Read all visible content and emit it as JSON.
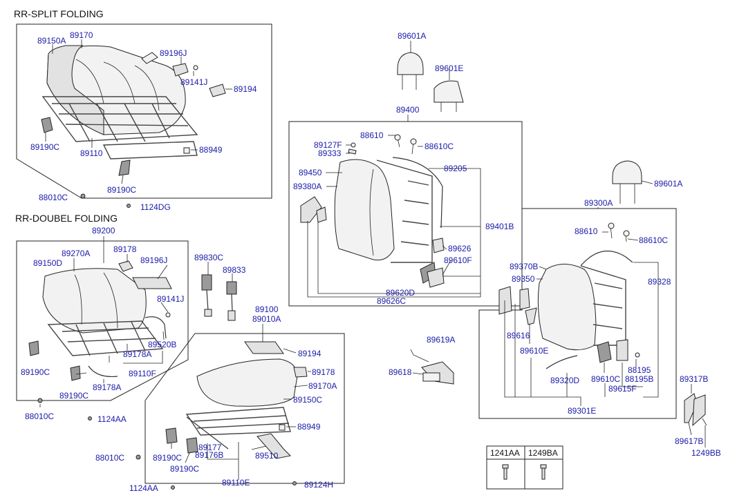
{
  "sections": {
    "split_title": "RR-SPLIT FOLDING",
    "double_title": "RR-DOUBEL FOLDING"
  },
  "parts": {
    "p89150A": "89150A",
    "p89170": "89170",
    "p89196J_a": "89196J",
    "p89141J_a": "89141J",
    "p89194_a": "89194",
    "p89190C_a": "89190C",
    "p89110": "89110",
    "p88949_a": "88949",
    "p89190C_b": "89190C",
    "p88010C_a": "88010C",
    "p1124DG": "1124DG",
    "p89200": "89200",
    "p89270A": "89270A",
    "p89178_a": "89178",
    "p89150D": "89150D",
    "p89196J_b": "89196J",
    "p89141J_b": "89141J",
    "p89520B": "89520B",
    "p89178A_a": "89178A",
    "p89190C_c": "89190C",
    "p89110F": "89110F",
    "p89190C_d": "89190C",
    "p89178A_b": "89178A",
    "p88010C_b": "88010C",
    "p1124AA_a": "1124AA",
    "p89830C": "89830C",
    "p89833": "89833",
    "p89100": "89100",
    "p89010A": "89010A",
    "p89194_b": "89194",
    "p89178_b": "89178",
    "p89170A": "89170A",
    "p89150C": "89150C",
    "p88949_b": "88949",
    "p89510": "89510",
    "p89177": "89177",
    "p89176B": "89176B",
    "p89190C_e": "89190C",
    "p89190C_f": "89190C",
    "p88010C_c": "88010C",
    "p89110E": "89110E",
    "p1124AA_b": "1124AA",
    "p89124H": "89124H",
    "p89601A_a": "89601A",
    "p89601E": "89601E",
    "p89400": "89400",
    "p88610_a": "88610",
    "p88610C_a": "88610C",
    "p89127F": "89127F",
    "p89333": "89333",
    "p89205": "89205",
    "p89450": "89450",
    "p89380A": "89380A",
    "p89401B": "89401B",
    "p89626": "89626",
    "p89610F": "89610F",
    "p89620D": "89620D",
    "p89626C": "89626C",
    "p89619A": "89619A",
    "p89618": "89618",
    "p89601A_b": "89601A",
    "p89300A": "89300A",
    "p88610_b": "88610",
    "p88610C_b": "88610C",
    "p89370B": "89370B",
    "p89350": "89350",
    "p89328": "89328",
    "p89616": "89616",
    "p89610E": "89610E",
    "p89320D": "89320D",
    "p89610C": "89610C",
    "p88195": "88195",
    "p88195B": "88195B",
    "p89615F": "89615F",
    "p89301E": "89301E",
    "p89317B": "89317B",
    "p89617B": "89617B",
    "p1249BB": "1249BB"
  },
  "fastener_table": {
    "headers": [
      "1241AA",
      "1249BA"
    ]
  }
}
